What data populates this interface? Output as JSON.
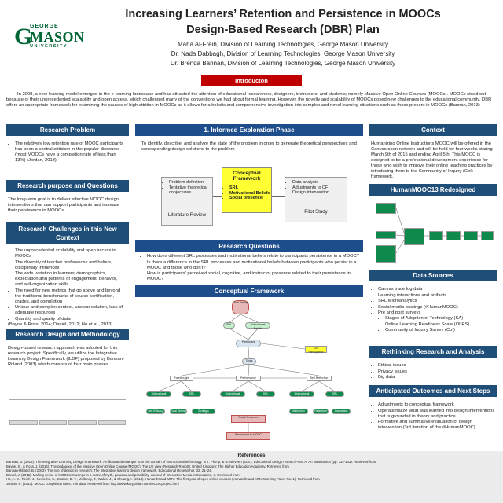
{
  "logo": {
    "top": "GEORGE",
    "main": "MASON",
    "bottom": "UNIVERSITY"
  },
  "header": {
    "title_line1": "Increasing Learners’ Retention and Persistence in MOOCs",
    "title_line2": "Design-Based Research (DBR) Plan",
    "authors": [
      "Maha Al-Freih, Division of Learning Technologies, George Mason University",
      "Dr. Nada Dabbagh, Division of Learning Technologies, George Mason University",
      "Dr. Brenda Bannan, Division of Learning Technologies, George Mason University"
    ]
  },
  "introduction": {
    "heading": "Introducton",
    "text": "In 2008, a new learning model emerged in the e-learning landscape and has attracted the attention of educational researchers, designers, instructors, and students; namely Massive Open Online Courses (MOOCs). MOOCs stood out because of their unprecedented scalability and open access, which challenged many of the conventions we had about formal learning. However, the novelty and scalability of MOOCs posed new challenges to the educational community.  DBR offers an appropriate framework for examining the causes of high attrition in MOOCs as it allows for a holistic and comprehensive investigation into complex and novel learning situations such as those present in MOOCs (Bannan, 2013)"
  },
  "left": {
    "problem_heading": "Research Problem",
    "problem_bullets": [
      "The relatively low retention rate of MOOC participants has been a central criticism in the popular discourse (most MOOCs have a completion rate of less than 13%) (Jordan, 2013)"
    ],
    "purpose_heading": "Research purpose and Questions",
    "purpose_text": "The long-term goal is to deliver effective MOOC design interventions that can support participants and increase their persistence in MOOCs.",
    "challenges_heading": "Research Challenges in this New Context",
    "challenges_bullets": [
      "The unprecedented scalability and open access in MOOCs",
      "The diversity of teacher preferences and beliefs, disciplinary influences",
      "The wide variation in learners’ demographics, expectation and patterns of engagement, behavior, and self-organization skills",
      "The need for new metrics that go above and beyond the traditional benchmarks of course certification, grades, and completion",
      "Unique and complex context, unclear solution, lack of adequate resources",
      "Quantity and quality of data"
    ],
    "challenges_cite": "(Bayne & Ross, 2014; Daniel, 2012; Ho et al., 2013)",
    "design_heading": "Research Design and Methodology",
    "design_text": "Design-based research approach was adopted for this research project. Specifically, we utilize the Integrative Learning Design Framework (ILDF) proposed by Bannan-Ritland (2003) which consists of four main phases."
  },
  "middle": {
    "phase_heading": "1. Informed Exploration Phase",
    "phase_text": "To identify, describe, and analyze the state of the problem in order to generate theoretical perspectives and corresponding design solutions to the problem",
    "lit_bullets": [
      "Problem definition",
      "Tentative theoretical conjectures"
    ],
    "lit_label": "Literature Review",
    "cf_label": "Conceptual Framework",
    "cf_bullets": [
      "SRL",
      "Motivational Beliefs",
      "Social presence"
    ],
    "pilot_bullets": [
      "Data analysis",
      "Adjustments to CF",
      "Design intervention"
    ],
    "pilot_label": "Pilot Study",
    "questions_heading": "Research Questions",
    "questions": [
      "How does different SRL processes and motivational beliefs relate to participants persistence in a MOOC?",
      "Is there a difference in the SRL processes and motivational beliefs between participants who persist in a MOOC and those who don't?",
      "How is participants' perceived social, cognitive, and instructor presence related to their persistence in MOOC?"
    ],
    "framework_heading": "Conceptual Framework",
    "framework_nodes": {
      "top": "Goal Setting",
      "srl": "SRL",
      "mb": "Motivational Beliefs",
      "participant": "Participant",
      "civil": "Civil Participation",
      "tasks": "Tasks",
      "forethought": "Forethought",
      "performance": "Performance",
      "self_reflection": "Self-Reflection",
      "b1": "Motivational Beliefs",
      "b2": "SRL Processes",
      "b3": "Motivational Beliefs",
      "b4": "SRL Processes",
      "b5": "Motivational Beliefs",
      "b6": "SRL Processes",
      "s1": "Self-Efficacy",
      "s2": "Goal Setting",
      "s3": "Strategic Planning",
      "s4": "Attribution",
      "s5": "Reflection",
      "s6": "Adaptation",
      "persistence": "Persistence in MOOC",
      "social": "Social Presence"
    }
  },
  "right": {
    "context_heading": "Context",
    "context_text": "Humanizing Online Instructions MOOC will be offered in the Canvas open network and will be held for four weeks staring March 9th of 2015 and ending April 5th. This MOOC is designed to be a professional development experience for those who wish to improve their online teaching practices by introducing them to the Community of Inquiry (CoI) framework.",
    "redesigned_heading": "HumanMOOC13 Redesigned",
    "data_heading": "Data Sources",
    "data_bullets": [
      "Canvas trace log data",
      "Learning interactions and artifacts",
      "SRL Microanalytics",
      "Social media postings (#HumanMOOC)",
      "Pre and post surveys"
    ],
    "data_sub": [
      "Stages of Adoption of Technology (SA)",
      "Online Learning Readiness Scale (OLRS)",
      "Community of Inquiry Survey (CoI)"
    ],
    "rethink_heading": "Rethinking Research and Analysis",
    "rethink_bullets": [
      "Ethical issues",
      "Privacy issues",
      "Big data"
    ],
    "outcomes_heading": "Anticipated Outcomes and Next Steps",
    "outcomes_bullets": [
      "Adjustments to conceptual framework",
      "Operationalize what was learned into design interventions that is grounded in theory and practice",
      "Formative and summative evaluation of design intervention (3rd iteration of the #HumanMOOC)"
    ]
  },
  "references": {
    "heading": "References",
    "items": [
      "Bannan, B. (2013). The Integrative Learning Design Framework: An illustrated example from the domain of instructional technology. In T. Plomp, & N. Nieveen (Eds.), Educational design research-Part A: An introduction (pp. 114-133). Retrieved from",
      "Bayne, S., & Ross, J. (2014). The pedagogy of the Massive Open Online Course (MOOC): The UK view (Research Report). United Kingdom: The Higher Education Academy. Retrieved from",
      "Bannan-Ritland, B. (2003). The role of design in research: The integrative learning design framework. Educational Researcher, 32, 21–24.",
      "Daniel, J. (2012). Making sense of MOOCs: Musings in a maze of myth, paradox and possibility. Journal of Interactive Media in Education, 3. Retrieved from",
      "Ho, A. D., Reich, J., Nesterko, S., Seaton, D. T., Mullaney, T., Waldo, J., & Chuang, I. (2014). HarvardX and MITx: The first year of open online courses (HarvardX and MITx Working Paper No. 1). Retrieved from",
      "Jordan, K. (2013). MOOC completion rates: The data. Retrieved from http://www.katyjordan.com/MOOCproject.html"
    ]
  },
  "colors": {
    "navy": "#1f4e79",
    "red": "#c00000",
    "green": "#006633",
    "yellow": "#ffff33",
    "mini_green": "#0f8a4c"
  }
}
